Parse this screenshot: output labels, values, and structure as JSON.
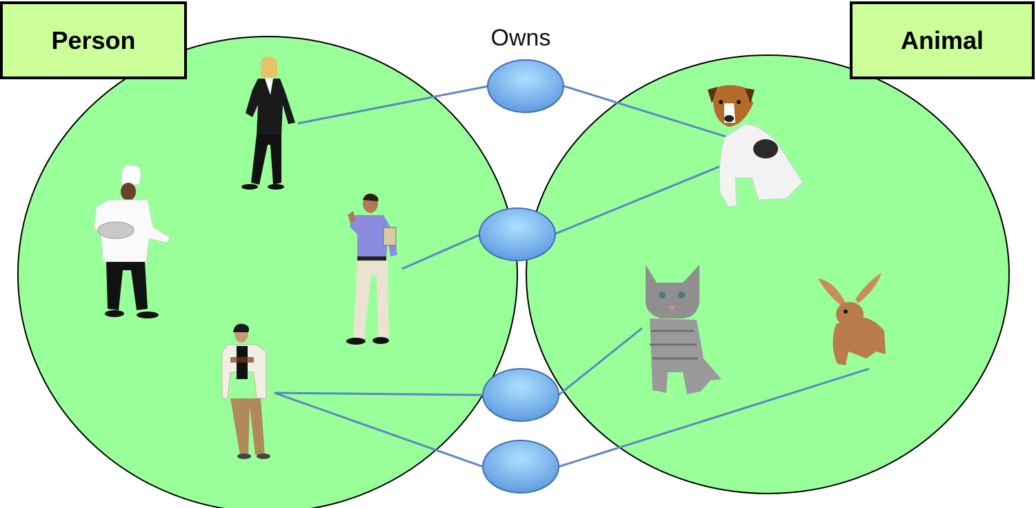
{
  "diagram": {
    "sets": [
      {
        "id": "person",
        "label": "Person",
        "members": [
          "businesswoman",
          "chef",
          "man-with-clipboard",
          "teen-boy"
        ]
      },
      {
        "id": "animal",
        "label": "Animal",
        "members": [
          "dog",
          "kitten",
          "rabbit"
        ]
      }
    ],
    "relation": {
      "label": "Owns",
      "pairs": [
        {
          "person": "businesswoman",
          "animal": "dog"
        },
        {
          "person": "man-with-clipboard",
          "animal": "dog"
        },
        {
          "person": "teen-boy",
          "animal": "kitten"
        },
        {
          "person": "teen-boy",
          "animal": "rabbit"
        }
      ]
    },
    "colors": {
      "set_fill": "#99ff99",
      "label_fill": "#ccff99",
      "relation_node_fill": "#7fb3f2",
      "connector": "#5b86c6"
    }
  }
}
